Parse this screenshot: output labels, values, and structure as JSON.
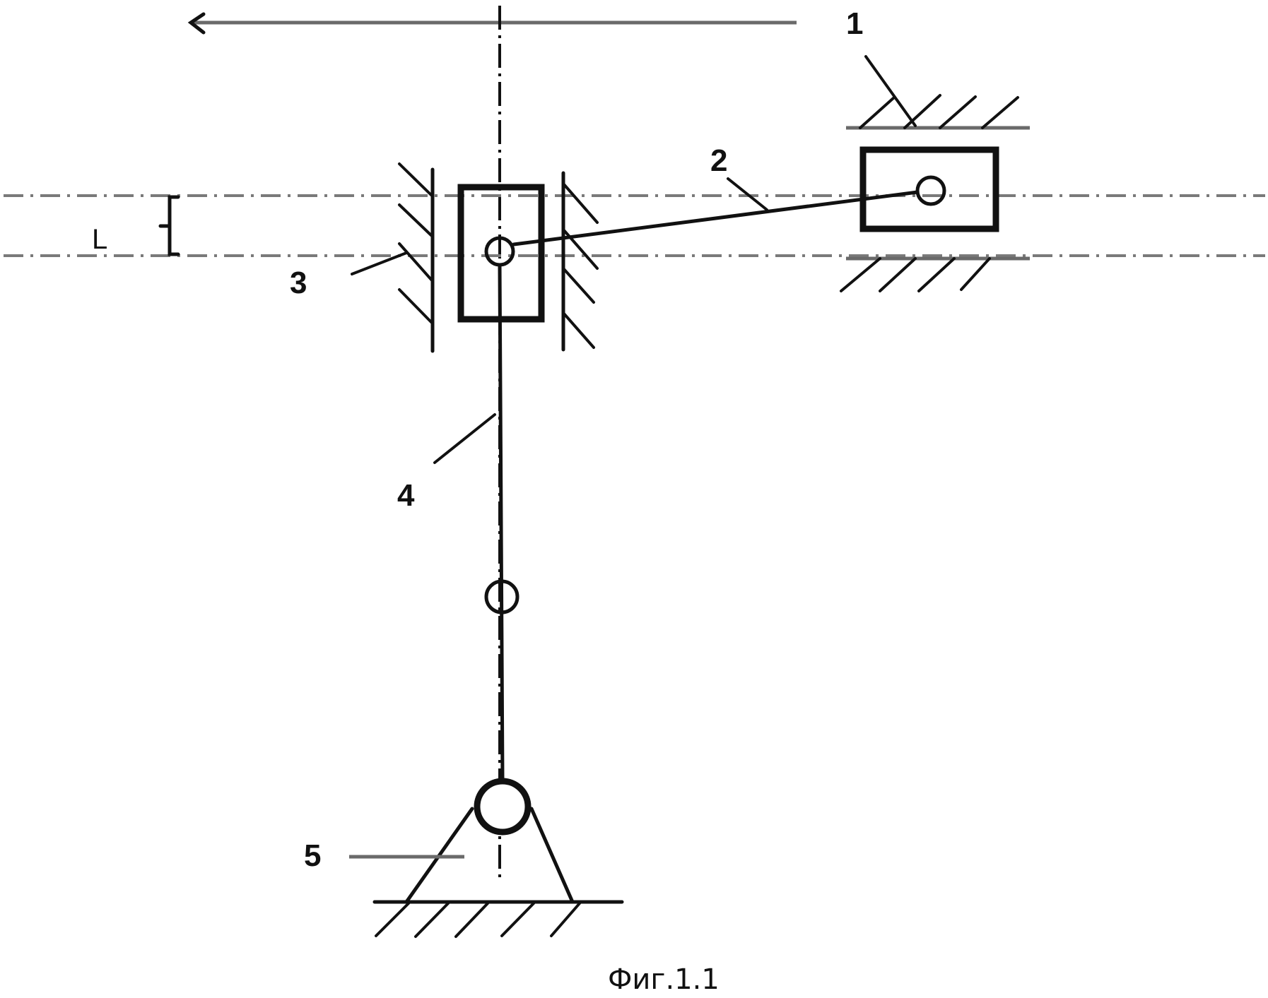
{
  "figure": {
    "caption": "Фиг.1.1",
    "dimension_label": "L",
    "callouts": [
      {
        "id": "1",
        "text": "1"
      },
      {
        "id": "2",
        "text": "2"
      },
      {
        "id": "3",
        "text": "3"
      },
      {
        "id": "4",
        "text": "4"
      },
      {
        "id": "5",
        "text": "5"
      }
    ],
    "ink_color": "#111111",
    "guide_color": "#7a7a7a"
  }
}
